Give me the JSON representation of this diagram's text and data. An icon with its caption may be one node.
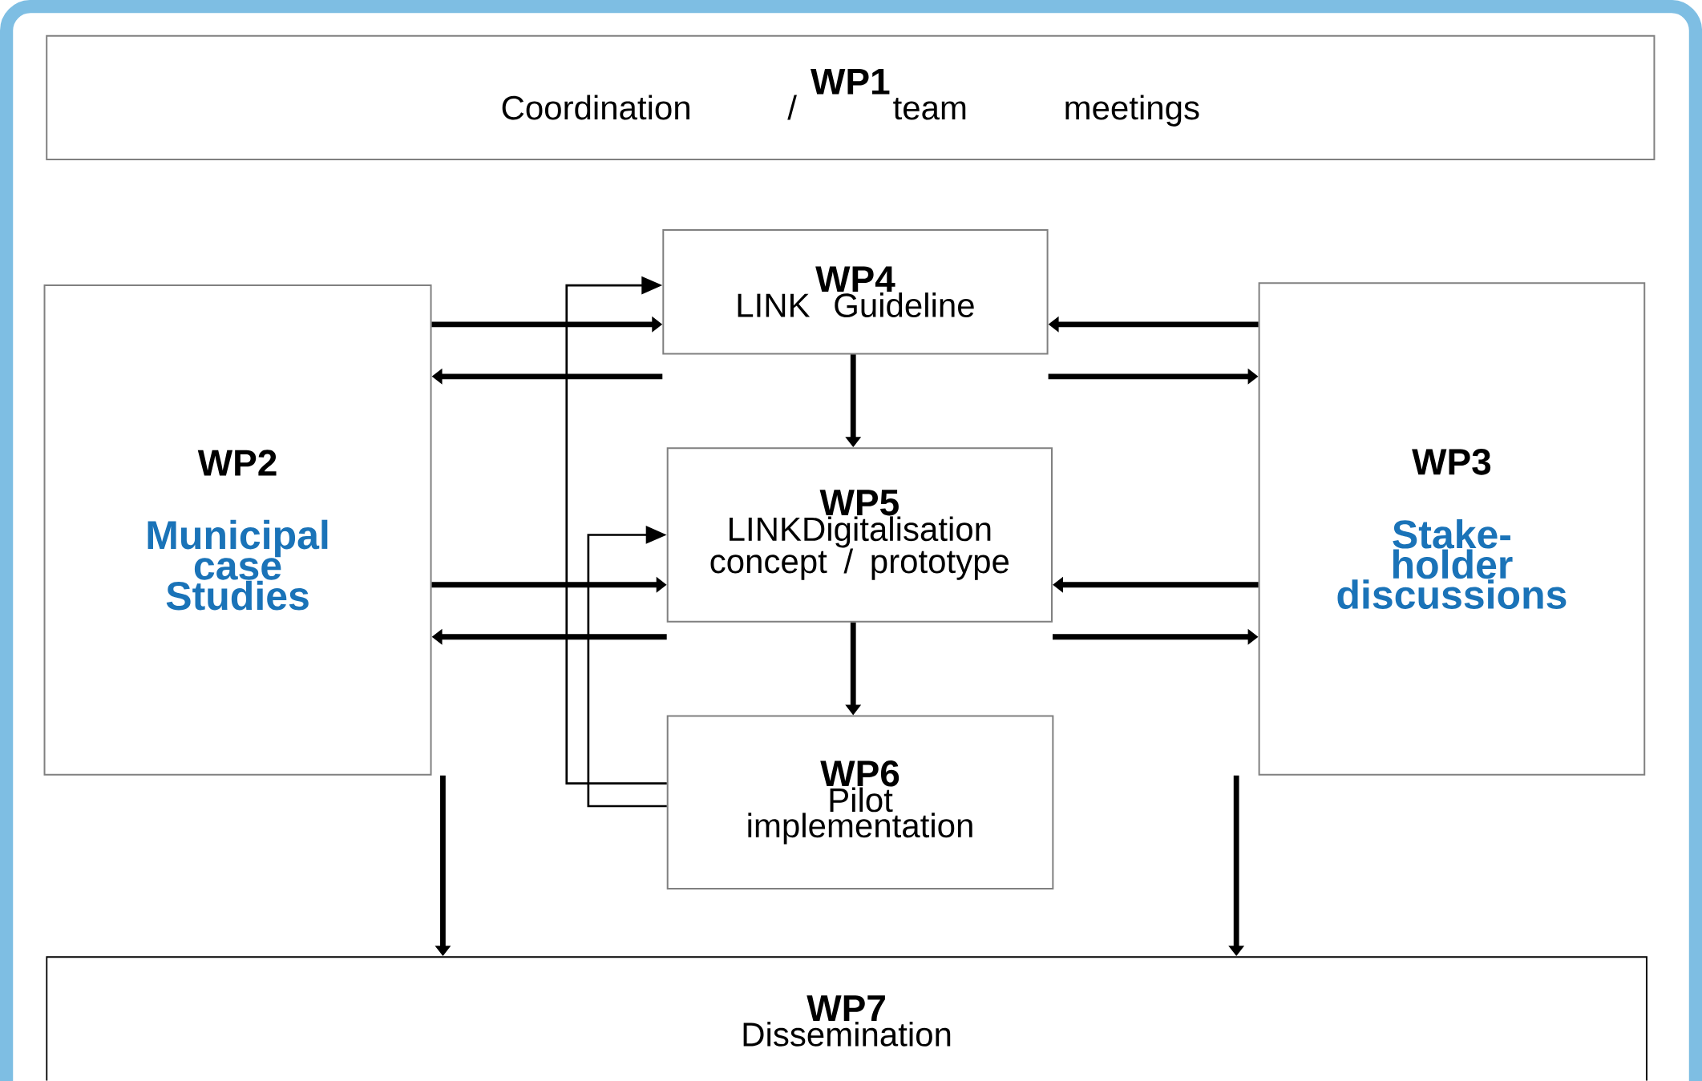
{
  "diagram": {
    "nodes": [
      {
        "text": [
          "WP1",
          "Coordination / team meetings"
        ]
      },
      {
        "text": [
          "WP4",
          "LINK Guideline"
        ]
      },
      {
        "text": [
          "WP2",
          "Municipal case Studies"
        ]
      },
      {
        "text": [
          "WP3",
          "Stake-holder discussions"
        ]
      },
      {
        "text": [
          "WP5",
          "LINKDigitalisation concept / prototype"
        ]
      },
      {
        "text": [
          "WP6",
          "Pilot implementation"
        ]
      },
      {
        "text": [
          "WP7",
          "Dissemination"
        ]
      }
    ],
    "edges": [
      {
        "from": 2,
        "to": 1,
        "arrow": "to"
      },
      {
        "from": 1,
        "to": 2,
        "arrow": "to"
      },
      {
        "from": 2,
        "to": 4,
        "arrow": "to"
      },
      {
        "from": 4,
        "to": 2,
        "arrow": "to"
      },
      {
        "from": 3,
        "to": 1,
        "arrow": "to"
      },
      {
        "from": 1,
        "to": 3,
        "arrow": "to"
      },
      {
        "from": 3,
        "to": 4,
        "arrow": "to"
      },
      {
        "from": 4,
        "to": 3,
        "arrow": "to"
      },
      {
        "from": 1,
        "to": 4,
        "arrow": "to"
      },
      {
        "from": 4,
        "to": 5,
        "arrow": "to"
      },
      {
        "from": 5,
        "to": 1,
        "arrow": "to"
      },
      {
        "from": 5,
        "to": 4,
        "arrow": "to"
      },
      {
        "from": 2,
        "to": 6,
        "arrow": "to"
      },
      {
        "from": 3,
        "to": 6,
        "arrow": "to"
      }
    ]
  }
}
